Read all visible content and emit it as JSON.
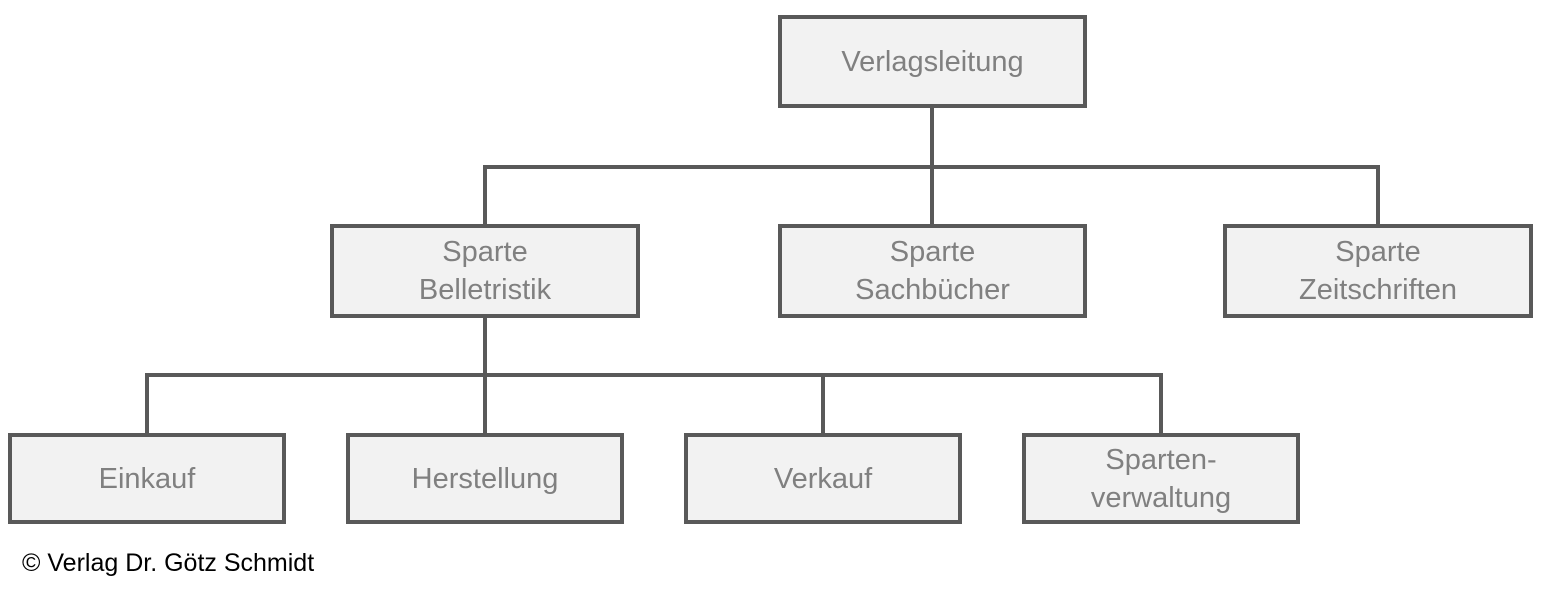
{
  "chart": {
    "type": "org-chart",
    "root": {
      "label": "Verlagsleitung"
    },
    "level2": [
      {
        "label": "Sparte\nBelletristik",
        "parent": "Verlagsleitung"
      },
      {
        "label": "Sparte\nSachbücher",
        "parent": "Verlagsleitung"
      },
      {
        "label": "Sparte\nZeitschriften",
        "parent": "Verlagsleitung"
      }
    ],
    "level3": [
      {
        "label": "Einkauf",
        "parent": "Sparte Belletristik"
      },
      {
        "label": "Herstellung",
        "parent": "Sparte Belletristik"
      },
      {
        "label": "Verkauf",
        "parent": "Sparte Belletristik"
      },
      {
        "label": "Sparten-\nverwaltung",
        "parent": "Sparte Belletristik"
      }
    ]
  },
  "footer": {
    "copyright": "© Verlag Dr. Götz Schmidt"
  },
  "colors": {
    "box_fill": "#f2f2f2",
    "box_border": "#595959",
    "box_text": "#808080",
    "connector": "#595959",
    "footer_text": "#000000",
    "background": "#ffffff"
  }
}
